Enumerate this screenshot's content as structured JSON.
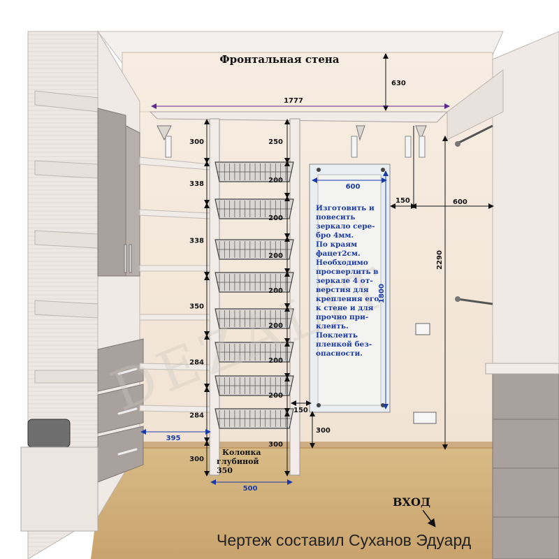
{
  "title": "Фронтальная стена",
  "entry_label": "ВХОД",
  "author": "Чертеж составил Суханов Эдуард",
  "watermark": "DEZALIT",
  "column_label": "Колонка\nглубиной\n350",
  "mirror_note": "Изготовить и\nповесить\nзеркало сере-\nбро 4мм.\nПо краям\nфацет2см.\nНеобходимо\nпросверлить в\nзеркале 4 от-\nверстия для\nкрепления его\nк стене и для\nпрочно при-\nклеить.\nПоклеить\nпленкой без-\nопасности.",
  "dimensions": {
    "top_gap": "630",
    "wall_width": "1777",
    "left_column": [
      "300",
      "338",
      "338",
      "350",
      "284",
      "284",
      "300"
    ],
    "right_column": [
      "250",
      "200",
      "200",
      "200",
      "200",
      "200",
      "200",
      "200",
      "300"
    ],
    "mirror_width": "600",
    "mirror_height": "1800",
    "mirror_side_gap": "150",
    "right_rail_width": "600",
    "height_total": "2290",
    "mirror_bottom_gap": "150",
    "mirror_floor": "300",
    "left_floor": "395",
    "column_width": "500"
  },
  "colors": {
    "wall": "#f4e8dc",
    "panel": "#ede6e1",
    "panel_dark": "#a49c99",
    "floor": "#c9a877",
    "dim_blue": "#1a3aa8",
    "dim_purple": "#5b2a8a"
  }
}
